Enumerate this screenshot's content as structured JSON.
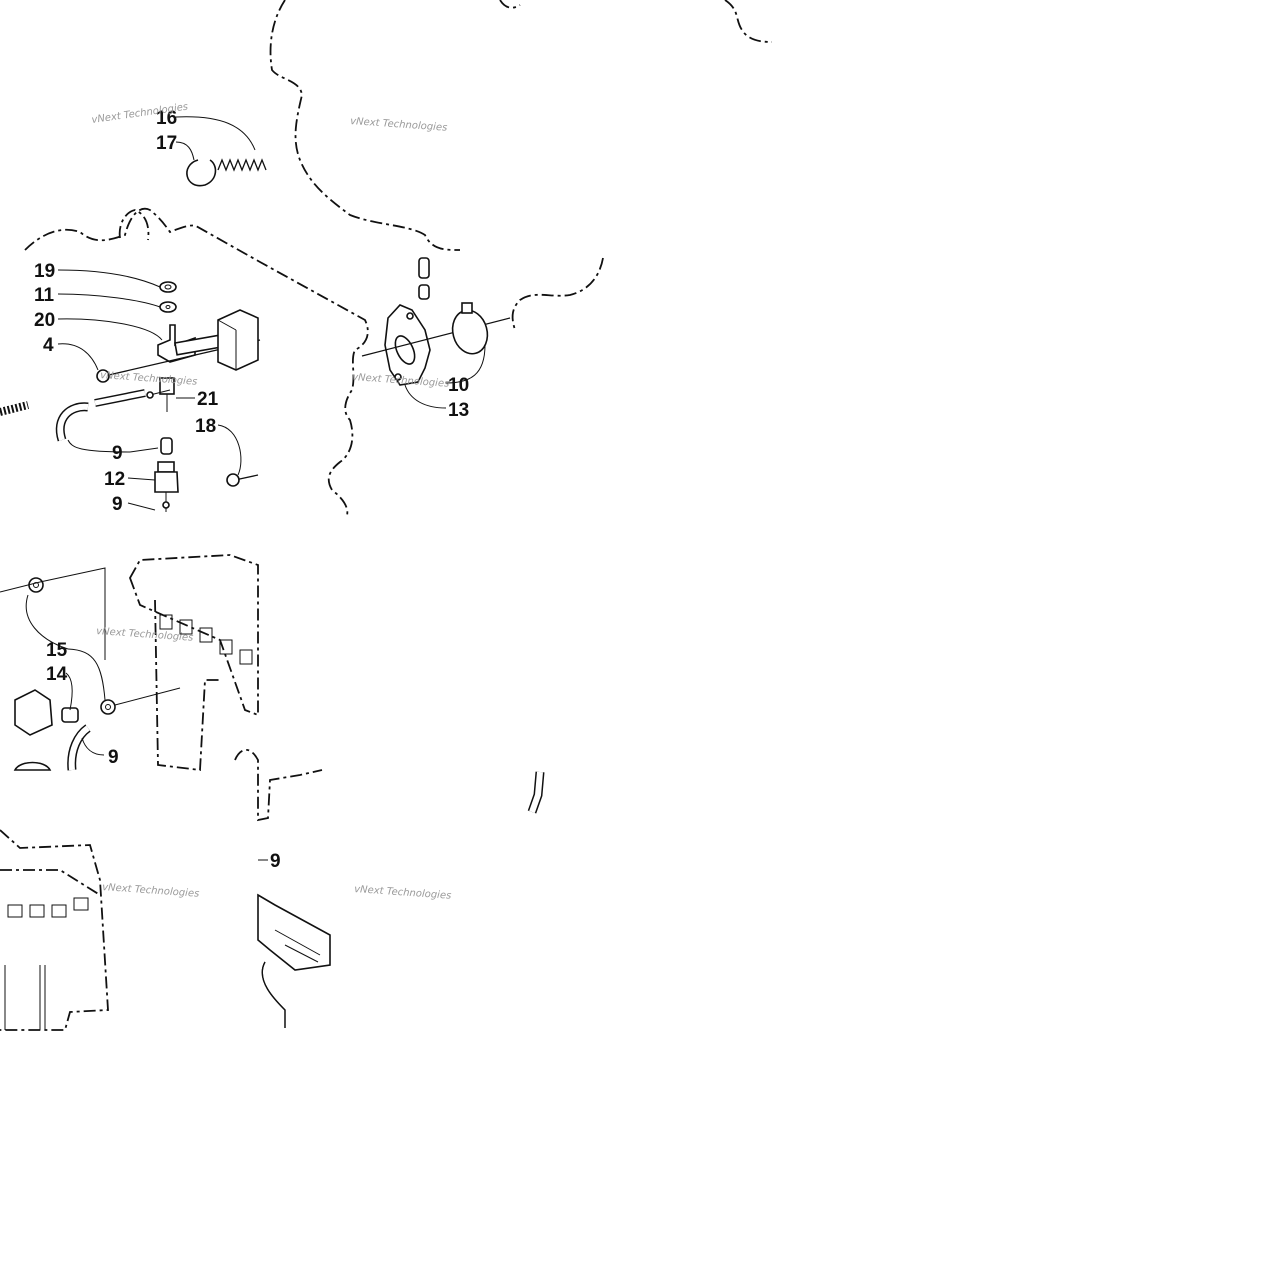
{
  "watermark": "vNext Technologies",
  "callouts": [
    {
      "id": "c16",
      "label": "16"
    },
    {
      "id": "c17",
      "label": "17"
    },
    {
      "id": "c19",
      "label": "19"
    },
    {
      "id": "c11",
      "label": "11"
    },
    {
      "id": "c20",
      "label": "20"
    },
    {
      "id": "c4",
      "label": "4"
    },
    {
      "id": "c21",
      "label": "21"
    },
    {
      "id": "c9a",
      "label": "9"
    },
    {
      "id": "c18",
      "label": "18"
    },
    {
      "id": "c12",
      "label": "12"
    },
    {
      "id": "c9b",
      "label": "9"
    },
    {
      "id": "c10",
      "label": "10"
    },
    {
      "id": "c13",
      "label": "13"
    },
    {
      "id": "c15",
      "label": "15"
    },
    {
      "id": "c14",
      "label": "14"
    },
    {
      "id": "c9c",
      "label": "9"
    },
    {
      "id": "c9d",
      "label": "9"
    }
  ]
}
